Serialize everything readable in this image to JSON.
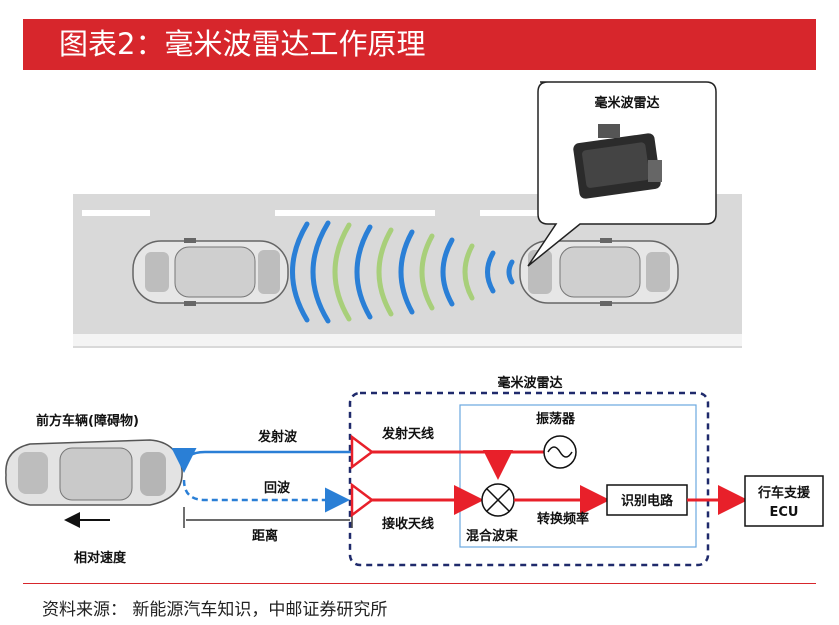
{
  "banner": {
    "title": "图表2：毫米波雷达工作原理"
  },
  "top_illustration": {
    "callout_label": "毫米波雷达"
  },
  "diagram": {
    "radar_box_label": "毫米波雷达",
    "front_vehicle_label": "前方车辆(障碍物)",
    "relative_speed_label": "相对速度",
    "transmit_wave_label": "发射波",
    "echo_label": "回波",
    "distance_label": "距离",
    "tx_antenna_label": "发射天线",
    "rx_antenna_label": "接收天线",
    "oscillator_label": "振荡器",
    "mixer_label": "混合波束",
    "convert_freq_label": "转换频率",
    "recognition_label": "识别电路",
    "ecu_label_line1": "行车支援",
    "ecu_label_line2": "ECU"
  },
  "footer": {
    "source": "资料来源：  新能源汽车知识，中邮证券研究所"
  },
  "colors": {
    "banner": "#d7262c",
    "signal_red": "#e8202a",
    "wave_blue": "#2a7fd6",
    "wave_green": "#a8cf7a",
    "dash_box": "#1f2a6b"
  }
}
